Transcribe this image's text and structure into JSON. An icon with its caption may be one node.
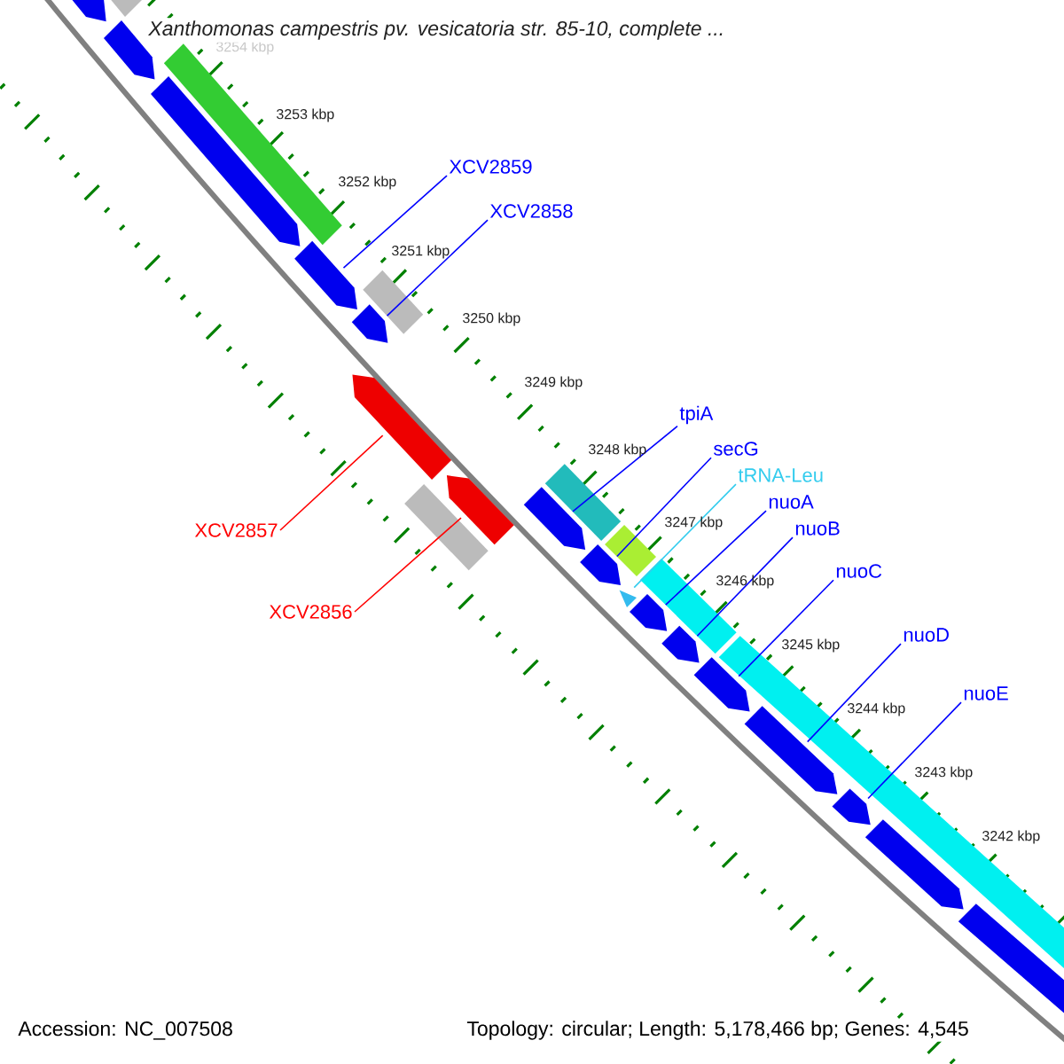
{
  "diagram": {
    "title": "Xanthomonas campestris pv. vesicatoria str. 85-10, complete ...",
    "nodes": [
      {
        "text": [
          "XCV2859"
        ]
      },
      {
        "text": [
          "XCV2858"
        ]
      },
      {
        "text": [
          "tpiA"
        ]
      },
      {
        "text": [
          "secG"
        ]
      },
      {
        "text": [
          "tRNA-Leu"
        ]
      },
      {
        "text": [
          "nuoA"
        ]
      },
      {
        "text": [
          "nuoB"
        ]
      },
      {
        "text": [
          "XCV2857"
        ]
      },
      {
        "text": [
          "nuoC"
        ]
      },
      {
        "text": [
          "XCV2856"
        ]
      },
      {
        "text": [
          "nuoD"
        ]
      },
      {
        "text": [
          "nuoE"
        ]
      },
      {
        "text": [],
        "shape": "arrow"
      },
      {
        "text": [],
        "shape": "arrow"
      },
      {
        "text": [],
        "shape": "arrow"
      },
      {
        "text": [],
        "shape": "arrow"
      },
      {
        "text": [],
        "shape": "arrow"
      },
      {
        "text": [],
        "shape": "arrow"
      },
      {
        "text": [],
        "shape": "arrow"
      },
      {
        "text": [],
        "shape": "arrow"
      },
      {
        "text": [],
        "shape": "arrow"
      },
      {
        "text": [],
        "shape": "triangle"
      },
      {
        "text": [],
        "shape": "arrow"
      },
      {
        "text": [],
        "shape": "arrow"
      },
      {
        "text": [],
        "shape": "arrow"
      },
      {
        "text": [],
        "shape": "arrow"
      },
      {
        "text": [],
        "shape": "arrow"
      },
      {
        "text": [],
        "shape": "arrow"
      },
      {
        "text": [],
        "shape": "arrow"
      }
    ],
    "edges": [
      {
        "from": 0,
        "to": 15,
        "arrow": "none"
      },
      {
        "from": 1,
        "to": 16,
        "arrow": "none"
      },
      {
        "from": 2,
        "to": 19,
        "arrow": "none"
      },
      {
        "from": 3,
        "to": 20,
        "arrow": "none"
      },
      {
        "from": 4,
        "to": 21,
        "arrow": "none",
        "color": "#33ccee"
      },
      {
        "from": 5,
        "to": 22,
        "arrow": "none"
      },
      {
        "from": 6,
        "to": 23,
        "arrow": "none"
      },
      {
        "from": 7,
        "to": 17,
        "arrow": "none",
        "color": "#ff0000"
      },
      {
        "from": 8,
        "to": 24,
        "arrow": "none"
      },
      {
        "from": 9,
        "to": 18,
        "arrow": "none",
        "color": "#ff0000"
      },
      {
        "from": 10,
        "to": 25,
        "arrow": "none"
      },
      {
        "from": 11,
        "to": 26,
        "arrow": "none"
      }
    ],
    "labels": [
      "3254 kbp",
      "3253 kbp",
      "3252 kbp",
      "3251 kbp",
      "3250 kbp",
      "3249 kbp",
      "3248 kbp",
      "3247 kbp",
      "3246 kbp",
      "3245 kbp",
      "3244 kbp",
      "3243 kbp",
      "3242 kbp",
      "Accession: NC_007508",
      "Topology: circular; Length: 5,178,466 bp; Genes: 4,545"
    ]
  }
}
